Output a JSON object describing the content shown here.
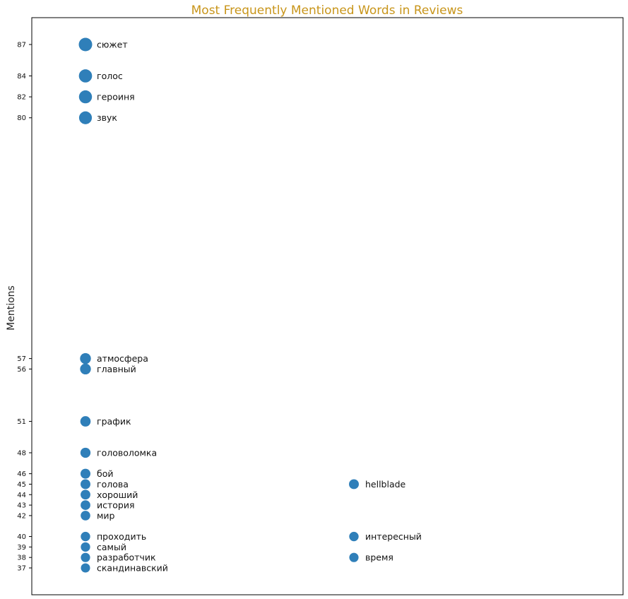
{
  "chart_data": {
    "type": "scatter",
    "title": "Most Frequently Mentioned Words in Reviews",
    "ylabel": "Mentions",
    "xlabel": "",
    "ylim": [
      34,
      90
    ],
    "yticks": [
      37,
      38,
      39,
      40,
      42,
      43,
      44,
      45,
      46,
      48,
      51,
      56,
      57,
      80,
      82,
      84,
      87
    ],
    "grid": false,
    "legend": "none",
    "marker_color": "#2f7fb9",
    "title_color": "#c8951a",
    "columns": [
      1,
      2
    ],
    "points": [
      {
        "word": "сюжет",
        "column": 1,
        "mentions": 87
      },
      {
        "word": "голос",
        "column": 1,
        "mentions": 84
      },
      {
        "word": "героиня",
        "column": 1,
        "mentions": 82
      },
      {
        "word": "звук",
        "column": 1,
        "mentions": 80
      },
      {
        "word": "атмосфера",
        "column": 1,
        "mentions": 57
      },
      {
        "word": "главный",
        "column": 1,
        "mentions": 56
      },
      {
        "word": "график",
        "column": 1,
        "mentions": 51
      },
      {
        "word": "головоломка",
        "column": 1,
        "mentions": 48
      },
      {
        "word": "бой",
        "column": 1,
        "mentions": 46
      },
      {
        "word": "голова",
        "column": 1,
        "mentions": 45
      },
      {
        "word": "хороший",
        "column": 1,
        "mentions": 44
      },
      {
        "word": "история",
        "column": 1,
        "mentions": 43
      },
      {
        "word": "мир",
        "column": 1,
        "mentions": 42
      },
      {
        "word": "проходить",
        "column": 1,
        "mentions": 40
      },
      {
        "word": "самый",
        "column": 1,
        "mentions": 39
      },
      {
        "word": "разработчик",
        "column": 1,
        "mentions": 38
      },
      {
        "word": "скандинавский",
        "column": 1,
        "mentions": 37
      },
      {
        "word": "hellblade",
        "column": 2,
        "mentions": 45
      },
      {
        "word": "интересный",
        "column": 2,
        "mentions": 40
      },
      {
        "word": "время",
        "column": 2,
        "mentions": 38
      }
    ]
  }
}
